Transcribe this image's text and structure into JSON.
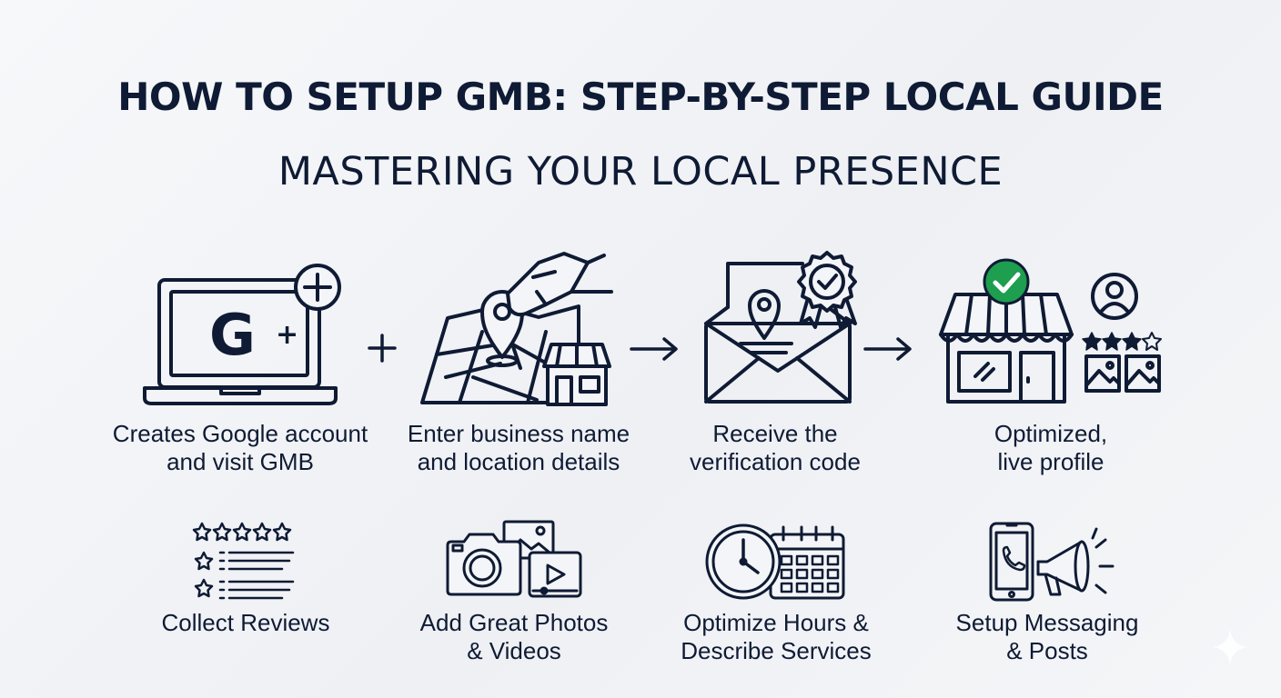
{
  "title": "HOW TO SETUP GMB: STEP-BY-STEP LOCAL GUIDE",
  "subtitle": "MASTERING YOUR LOCAL PRESENCE",
  "steps": [
    {
      "line1": "Creates Google account",
      "line2": "and visit GMB",
      "icon": "laptop-google-plus-icon",
      "logo_letter": "G",
      "logo_mark": "+"
    },
    {
      "line1": "Enter business name",
      "line2": "and location details",
      "icon": "hand-map-pin-store-icon"
    },
    {
      "line1": "Receive the",
      "line2": "verification code",
      "icon": "envelope-badge-icon"
    },
    {
      "line1": "Optimized,",
      "line2": "live profile",
      "icon": "store-check-profile-icon"
    }
  ],
  "separators": [
    "plus-icon",
    "arrow-right-icon",
    "arrow-right-icon"
  ],
  "extras": [
    {
      "line1": "Collect Reviews",
      "line2": "",
      "icon": "star-ratings-list-icon"
    },
    {
      "line1": "Add Great Photos",
      "line2": "& Videos",
      "icon": "camera-photo-video-icon"
    },
    {
      "line1": "Optimize Hours &",
      "line2": "Describe Services",
      "icon": "clock-calendar-icon"
    },
    {
      "line1": "Setup Messaging",
      "line2": "& Posts",
      "icon": "phone-megaphone-icon"
    }
  ],
  "colors": {
    "ink": "#0f1b34",
    "check_green": "#1e9e4f",
    "background": "#f3f4f7"
  }
}
